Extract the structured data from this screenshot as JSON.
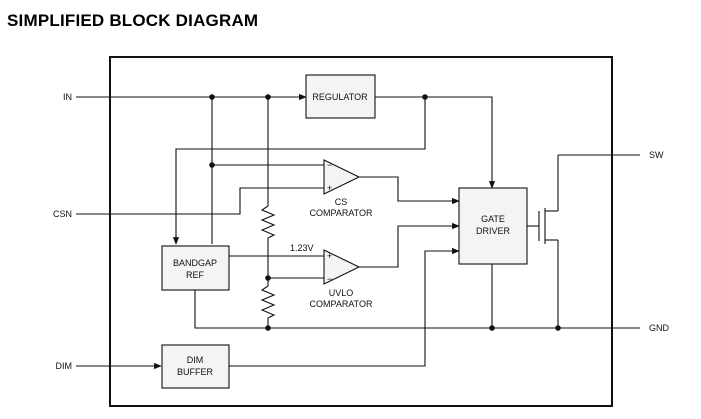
{
  "title": "SIMPLIFIED BLOCK DIAGRAM",
  "pins": {
    "in": "IN",
    "csn": "CSN",
    "dim": "DIM",
    "sw": "SW",
    "gnd": "GND"
  },
  "blocks": {
    "regulator": "REGULATOR",
    "bandgap": [
      "BANDGAP",
      "REF"
    ],
    "dim_buffer": [
      "DIM",
      "BUFFER"
    ],
    "gate_driver": [
      "GATE",
      "DRIVER"
    ],
    "cs_comparator": [
      "CS",
      "COMPARATOR"
    ],
    "uvlo_comparator": [
      "UVLO",
      "COMPARATOR"
    ]
  },
  "labels": {
    "ref_voltage": "1.23V",
    "plus": "+",
    "minus": "−"
  }
}
